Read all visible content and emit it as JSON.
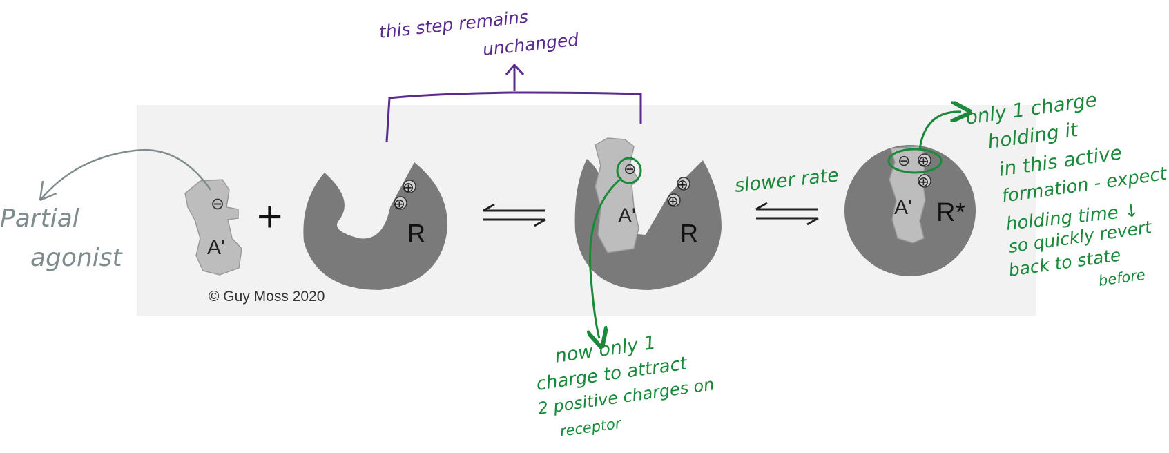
{
  "diagram": {
    "agonist_label": "A'",
    "receptor_label": "R",
    "active_receptor_label": "R*",
    "plus_symbol": "+",
    "negative_charge": "⊖",
    "positive_charge": "⊕",
    "copyright": "© Guy Moss 2020"
  },
  "annotations": {
    "partial_agonist": [
      "Partial",
      "agonist"
    ],
    "step_unchanged": [
      "this step remains",
      "unchanged"
    ],
    "slower_rate": "slower rate",
    "one_charge_holding": [
      "only 1 charge",
      "holding it",
      "in this active",
      "formation - expect",
      "holding time ↓",
      "so quickly revert",
      "back to state",
      "before"
    ],
    "now_one_charge": [
      "now only 1",
      "charge to attract",
      "2 positive charges on",
      "receptor"
    ]
  },
  "colors": {
    "panel": "#f2f2f2",
    "receptor": "#7a7a7a",
    "agonist": "#bdbdbd",
    "purple": "#5b2a8e",
    "green": "#1a8a3a",
    "grey_arrow": "#7f8c8d"
  }
}
